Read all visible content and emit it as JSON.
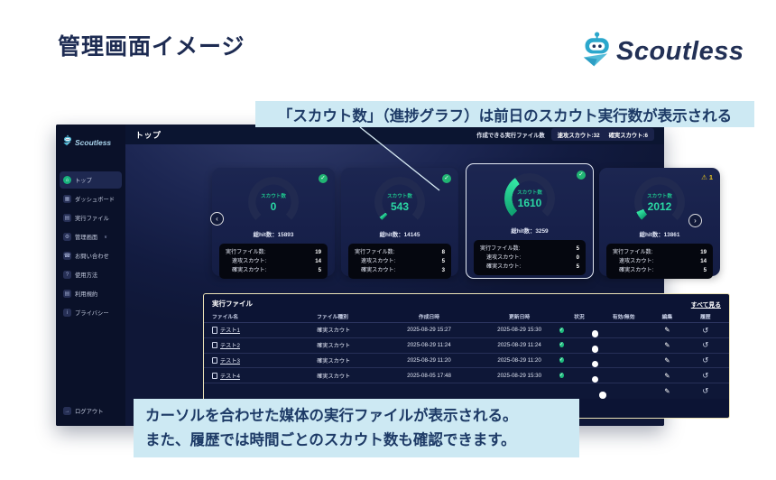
{
  "slide": {
    "title": "管理画面イメージ",
    "brand_name": "Scoutless",
    "callout_top": "「スカウト数」（進捗グラフ）は前日のスカウト実行数が表示される",
    "callout_bottom_line1": "カーソルを合わせた媒体の実行ファイルが表示される。",
    "callout_bottom_line2": "また、履歴では時間ごとのスカウト数も確認できます。"
  },
  "icons": {
    "home": "⌂",
    "dashboard": "▦",
    "file": "▤",
    "gear": "⚙",
    "contact": "☎",
    "help": "?",
    "terms": "▤",
    "privacy": "i",
    "logout": "→",
    "check": "✓",
    "warning": "⚠",
    "edit": "✎",
    "history": "↺",
    "chevron_left": "‹",
    "chevron_right": "›",
    "chevron_down": "∨"
  },
  "colors": {
    "accent_green": "#1fc08b",
    "value_green": "#2ad8a4",
    "warning_yellow": "#e8c51d",
    "callout_bg": "#cde9f3",
    "dashboard_navy": "#101a3d",
    "table_border": "#ece3b8"
  },
  "dashboard": {
    "sidebar": {
      "logo_text": "Scoutless",
      "items": [
        {
          "label": "トップ"
        },
        {
          "label": "ダッシュボード"
        },
        {
          "label": "実行ファイル"
        },
        {
          "label": "管理画面"
        },
        {
          "label": "お問い合わせ"
        },
        {
          "label": "使用方法"
        },
        {
          "label": "利用規約"
        },
        {
          "label": "プライバシー"
        }
      ],
      "logout_label": "ログアウト"
    },
    "header": {
      "page_title": "トップ",
      "files_label": "作成できる実行ファイル数",
      "quick_scout": "速攻スカウト:32",
      "sure_scout": "確実スカウト:6"
    },
    "card_labels": {
      "scout": "スカウト数",
      "exec_files": "実行ファイル数:",
      "quick": "速攻スカウト:",
      "sure": "確実スカウト:"
    },
    "cards": [
      {
        "scout_value": "0",
        "total_hit": "総hit数：15893",
        "exec": "19",
        "quick": "14",
        "sure": "5",
        "progress": 0
      },
      {
        "scout_value": "543",
        "total_hit": "総hit数：14145",
        "exec": "8",
        "quick": "5",
        "sure": "3",
        "progress": 3
      },
      {
        "scout_value": "1610",
        "total_hit": "総hit数：3259",
        "exec": "5",
        "quick": "0",
        "sure": "5",
        "progress": 37
      },
      {
        "scout_value": "2012",
        "total_hit": "総hit数：13861",
        "exec": "19",
        "quick": "14",
        "sure": "5",
        "progress": 8,
        "warning_count": "1"
      }
    ],
    "table": {
      "title": "実行ファイル",
      "view_all": "すべて見る",
      "columns": [
        "ファイル名",
        "ファイル種別",
        "作成日時",
        "更新日時",
        "状況",
        "有効/無効",
        "編集",
        "履歴"
      ],
      "rows": [
        {
          "name": "テスト1",
          "type": "確実スカウト",
          "created": "2025-08-29 15:27",
          "updated": "2025-08-29 15:30",
          "status": "ok",
          "enabled": true
        },
        {
          "name": "テスト2",
          "type": "確実スカウト",
          "created": "2025-08-29 11:24",
          "updated": "2025-08-29 11:24",
          "status": "ok",
          "enabled": true
        },
        {
          "name": "テスト3",
          "type": "確実スカウト",
          "created": "2025-08-29 11:20",
          "updated": "2025-08-29 11:20",
          "status": "ok",
          "enabled": true
        },
        {
          "name": "テスト4",
          "type": "確実スカウト",
          "created": "2025-08-05 17:48",
          "updated": "2025-08-29 15:30",
          "status": "ok",
          "enabled": true
        },
        {
          "name": "",
          "type": "",
          "created": "",
          "updated": "",
          "status": "",
          "enabled": false
        }
      ]
    }
  }
}
